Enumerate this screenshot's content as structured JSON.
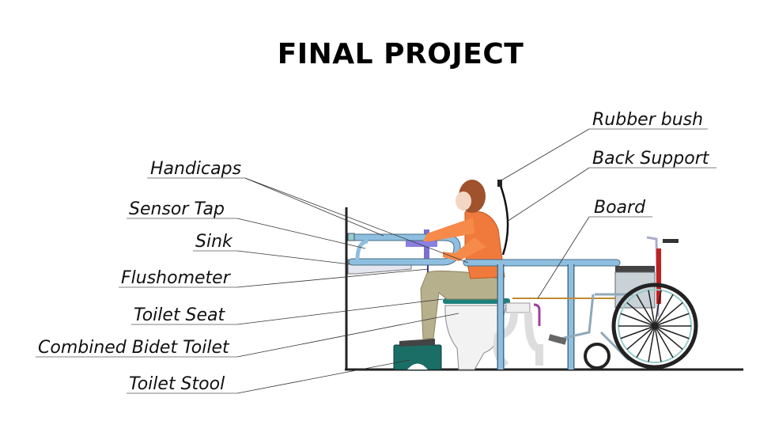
{
  "title": "FINAL PROJECT",
  "labels": {
    "handicaps": "Handicaps",
    "sensor_tap": "Sensor Tap",
    "sink": "Sink",
    "flushometer": "Flushometer",
    "toilet_seat": "Toilet Seat",
    "combined_bidet_toilet": "Combined Bidet Toilet",
    "toilet_stool": "Toilet Stool",
    "rubber_bush": "Rubber bush",
    "back_support": "Back Support",
    "board": "Board"
  }
}
